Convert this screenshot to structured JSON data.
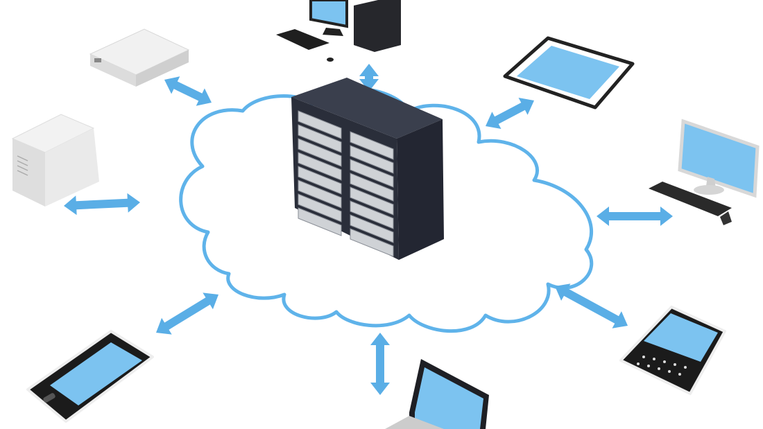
{
  "scene": {
    "subject": "cloud-computing-network",
    "colors": {
      "background": "#ffffff",
      "cloud_outline": "#5fb3ea",
      "arrow": "#5aaee6",
      "screen": "#7cc3f0",
      "rack": "#2a2e3a",
      "device_body": "#1e1f24",
      "light_device": "#e6e6e6"
    },
    "devices": [
      {
        "name": "server-box",
        "icon": "server-box-icon"
      },
      {
        "name": "tower-server",
        "icon": "tower-server-icon"
      },
      {
        "name": "desktop-pc",
        "icon": "desktop-icon"
      },
      {
        "name": "tablet",
        "icon": "tablet-icon"
      },
      {
        "name": "monitor-keyboard",
        "icon": "monitor-icon"
      },
      {
        "name": "blackberry-phone",
        "icon": "phone-keyboard-icon"
      },
      {
        "name": "laptop",
        "icon": "laptop-icon"
      },
      {
        "name": "smartphone",
        "icon": "smartphone-icon"
      }
    ]
  }
}
